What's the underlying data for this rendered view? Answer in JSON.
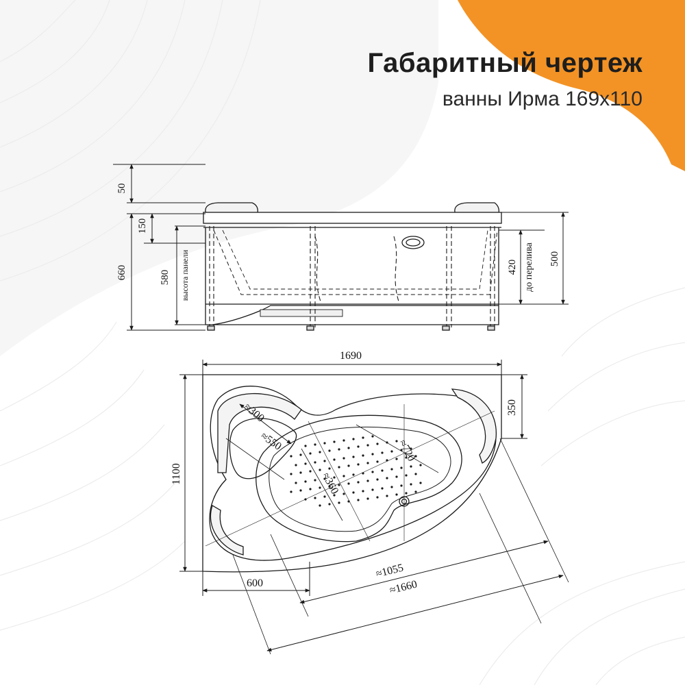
{
  "header": {
    "title": "Габаритный чертеж",
    "subtitle": "ванны Ирма 169x110"
  },
  "colors": {
    "accent": "#F39325",
    "line": "#1a1a1a",
    "background": "#ffffff"
  },
  "side_view": {
    "dim_top": "50",
    "dim_rim": "150",
    "dim_total_height": "660",
    "dim_panel": "580",
    "label_panel": "высота панели",
    "dim_overflow": "420",
    "label_overflow": "до перелива",
    "dim_body": "500"
  },
  "top_view": {
    "dim_length": "1690",
    "dim_width": "1100",
    "dim_corner": "350",
    "dim_left": "600",
    "dim_headrest_r": "≈300",
    "dim_seat": "≈550",
    "dim_basin_w": "≈360",
    "dim_basin_l": "≈720",
    "dim_diag_1": "≈1055",
    "dim_diag_2": "≈1660"
  }
}
